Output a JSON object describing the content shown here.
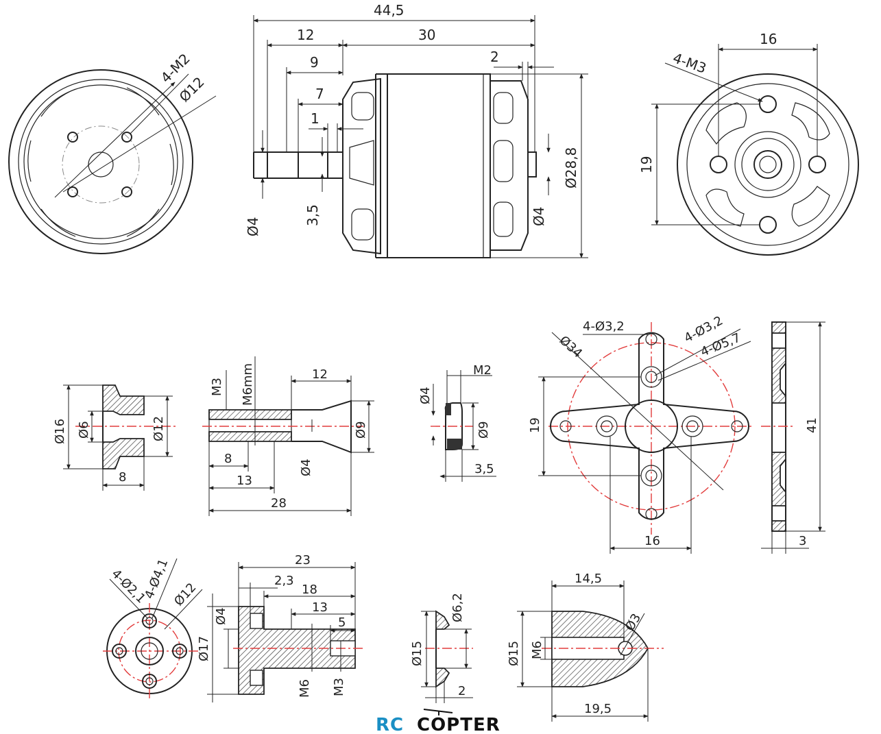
{
  "colors": {
    "line": "#222222",
    "center_line": "#e23b3b",
    "logo_blue": "#1a8fc4",
    "logo_dark": "#111111"
  },
  "motor_front": {
    "label_holes": "4-M2",
    "label_dia": "Ø12"
  },
  "motor_side": {
    "total_length": "44,5",
    "shaft_length": "12",
    "body_length": "30",
    "d9": "9",
    "d7": "7",
    "d1": "1",
    "d2": "2",
    "shaft_dia_front": "Ø4",
    "groove": "3,5",
    "shaft_dia_rear": "Ø4",
    "body_dia": "Ø28,8"
  },
  "motor_rear": {
    "label_holes": "4-M3",
    "width": "16",
    "height": "19"
  },
  "cone_adapter": {
    "outer_dia": "Ø16",
    "inner_dia": "Ø6",
    "right_dia": "Ø12",
    "length": "8"
  },
  "prop_shaft": {
    "thread_m3": "M3",
    "thread_m6": "M6mm",
    "cone_len": "12",
    "cone_dia": "Ø9",
    "seg1": "8",
    "seg2": "13",
    "total": "28",
    "bore": "Ø4"
  },
  "collar": {
    "dia_small": "Ø4",
    "screw": "M2",
    "outer": "Ø9",
    "width": "3,5"
  },
  "cross_mount": {
    "holes_a": "4-Ø3,2",
    "holes_b": "4-Ø3,2",
    "holes_c": "4-Ø5,7",
    "circle": "Ø34",
    "height": "19",
    "width": "16",
    "side_height": "41",
    "side_thick": "3"
  },
  "flange_adapter": {
    "holes_small": "4-Ø2,1",
    "holes_large": "4-Ø4,1",
    "pitch": "Ø12",
    "outer": "Ø17",
    "total": "23",
    "d23": "2,3",
    "d18": "18",
    "d13": "13",
    "d5": "5",
    "shoulder": "Ø4",
    "m6": "M6",
    "m3": "M3"
  },
  "washer": {
    "outer": "Ø15",
    "inner": "Ø6,2",
    "thick": "2"
  },
  "spinner_nut": {
    "length": "14,5",
    "total": "19,5",
    "outer": "Ø15",
    "thread": "M6",
    "hole": "Ø3"
  },
  "logo": {
    "part1": "RC",
    "part2": "COPTER"
  }
}
